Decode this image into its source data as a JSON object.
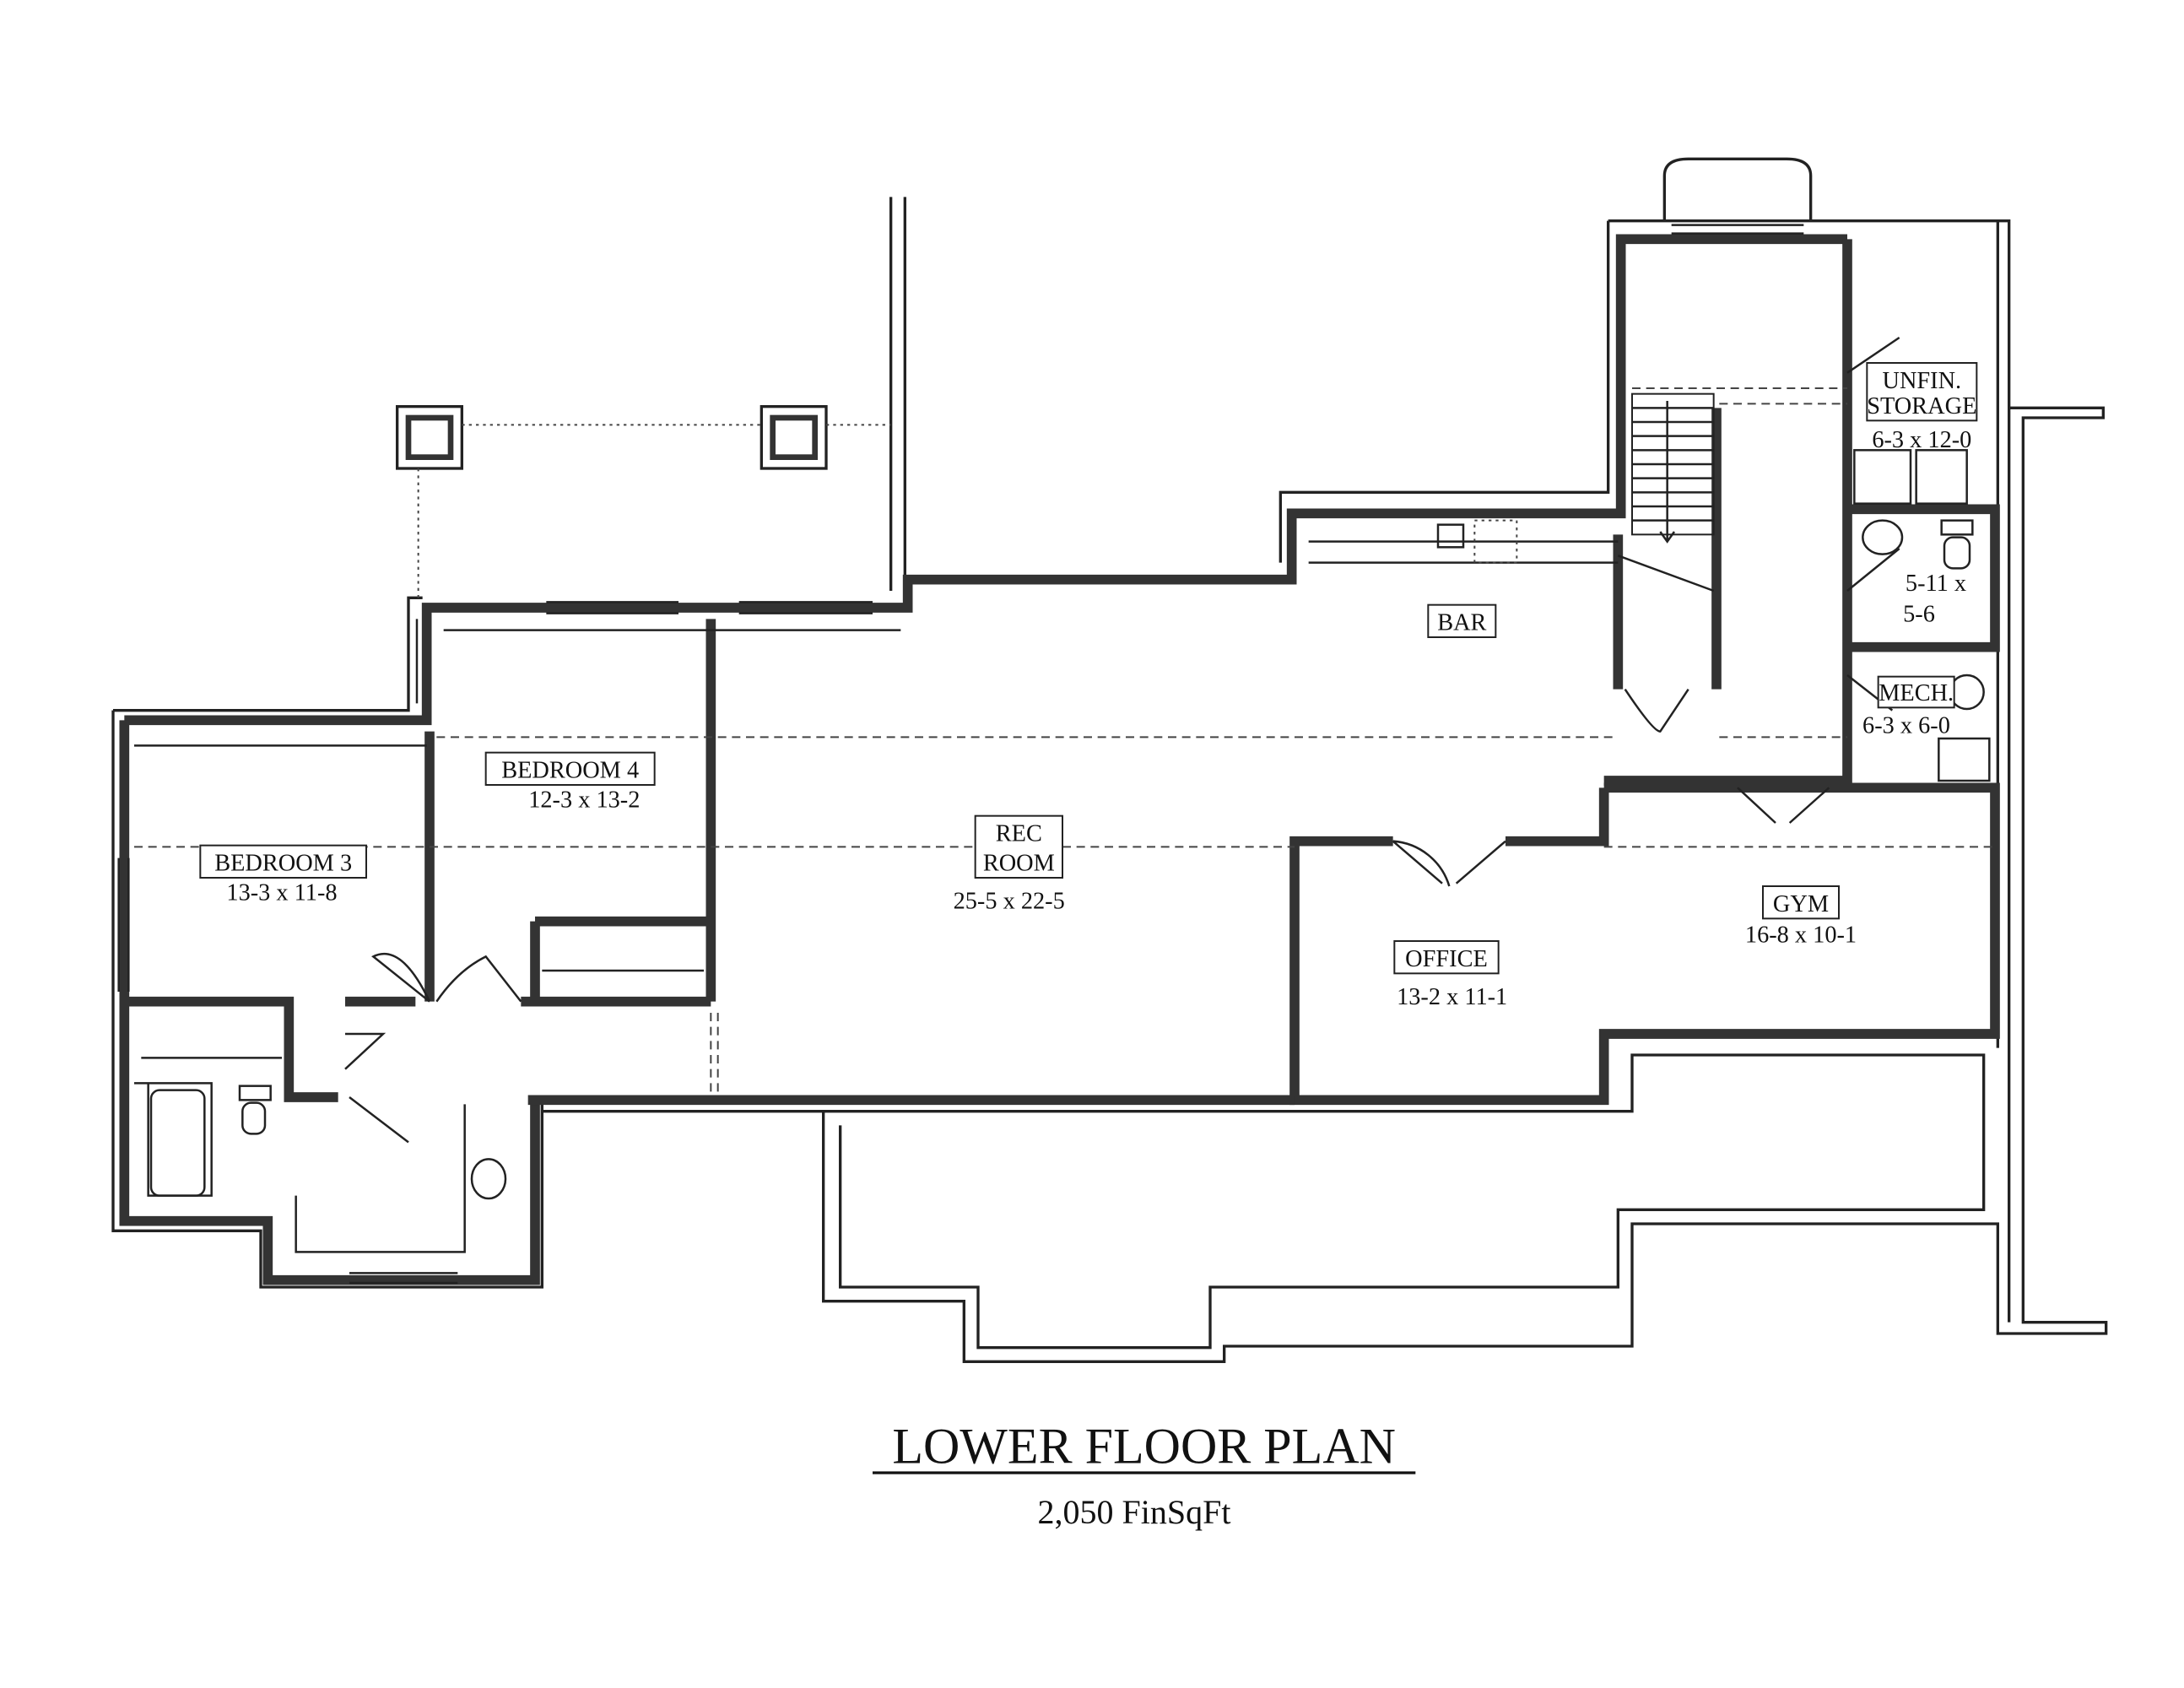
{
  "plan": {
    "title": "LOWER FLOOR PLAN",
    "finished_area": "2,050 FinSqFt"
  },
  "rooms": {
    "bar": {
      "name": "BAR"
    },
    "rec_room": {
      "name_line1": "REC",
      "name_line2": "ROOM",
      "size": "25-5 x 22-5"
    },
    "bedroom4": {
      "name": "BEDROOM 4",
      "size": "12-3 x 13-2"
    },
    "bedroom3": {
      "name": "BEDROOM 3",
      "size": "13-3 x 11-8"
    },
    "office": {
      "name": "OFFICE",
      "size": "13-2 x 11-1"
    },
    "gym": {
      "name": "GYM",
      "size": "16-8 x 10-1"
    },
    "storage": {
      "name_line1": "UNFIN.",
      "name_line2": "STORAGE",
      "size": "6-3 x 12-0"
    },
    "bath": {
      "size_line1": "5-11 x",
      "size_line2": "5-6"
    },
    "mech": {
      "name": "MECH.",
      "size": "6-3 x 6-0"
    }
  }
}
